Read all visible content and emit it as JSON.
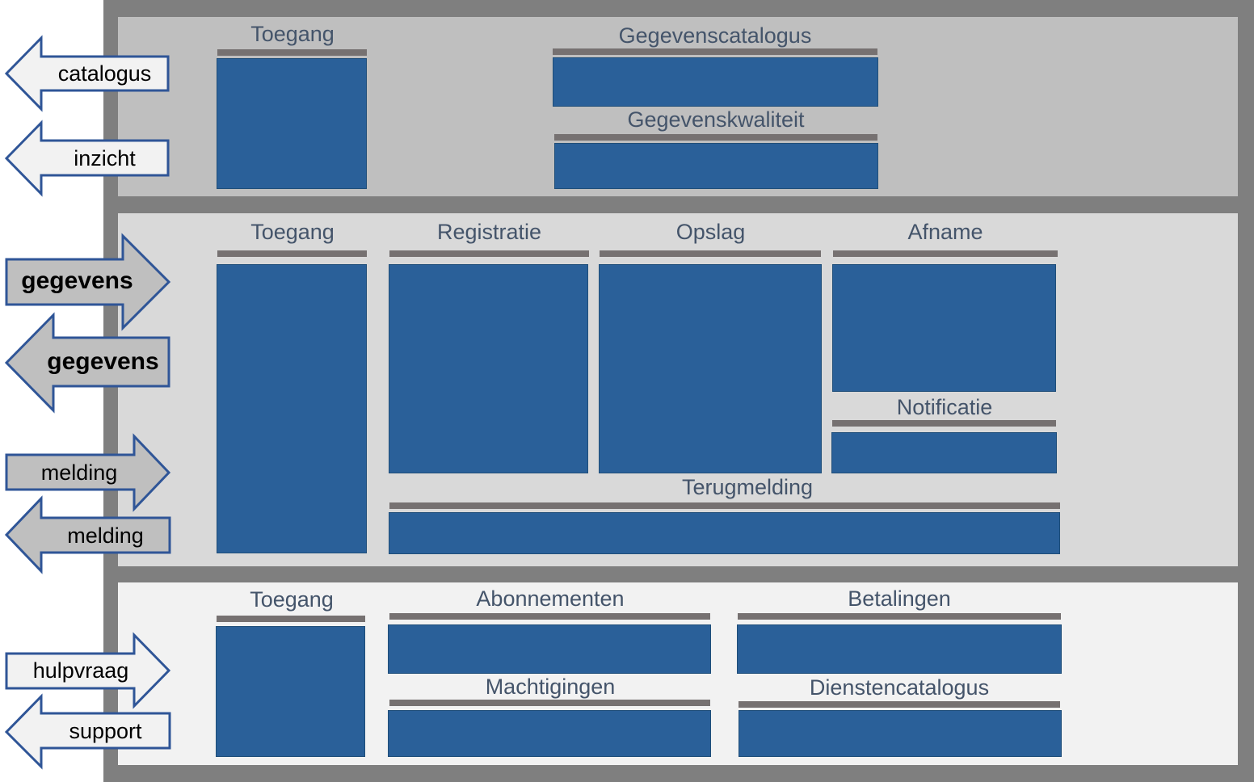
{
  "colors": {
    "frame": "#7f7f7f",
    "layer_top": "#bfbfbf",
    "layer_middle": "#d9d9d9",
    "layer_bottom": "#f2f2f2",
    "component_fill": "#2a6099",
    "component_border": "#1f4e79",
    "label_text": "#44546a",
    "bar": "#767171",
    "arrow_border": "#2f5597",
    "arrow_fill_light": "#f2f2f2",
    "arrow_fill_grey": "#bfbfbf"
  },
  "layers": {
    "top": {
      "components": {
        "toegang": "Toegang",
        "gegevenscatalogus": "Gegevenscatalogus",
        "gegevenskwaliteit": "Gegevenskwaliteit"
      }
    },
    "middle": {
      "components": {
        "toegang": "Toegang",
        "registratie": "Registratie",
        "opslag": "Opslag",
        "afname": "Afname",
        "notificatie": "Notificatie",
        "terugmelding": "Terugmelding"
      }
    },
    "bottom": {
      "components": {
        "toegang": "Toegang",
        "abonnementen": "Abonnementen",
        "betalingen": "Betalingen",
        "machtigingen": "Machtigingen",
        "dienstencatalogus": "Dienstencatalogus"
      }
    }
  },
  "arrows": {
    "catalogus": {
      "label": "catalogus",
      "direction": "left"
    },
    "inzicht": {
      "label": "inzicht",
      "direction": "left"
    },
    "gegevens_in": {
      "label": "gegevens",
      "direction": "right"
    },
    "gegevens_out": {
      "label": "gegevens",
      "direction": "left"
    },
    "melding_in": {
      "label": "melding",
      "direction": "right"
    },
    "melding_out": {
      "label": "melding",
      "direction": "left"
    },
    "hulpvraag": {
      "label": "hulpvraag",
      "direction": "right"
    },
    "support": {
      "label": "support",
      "direction": "left"
    }
  }
}
